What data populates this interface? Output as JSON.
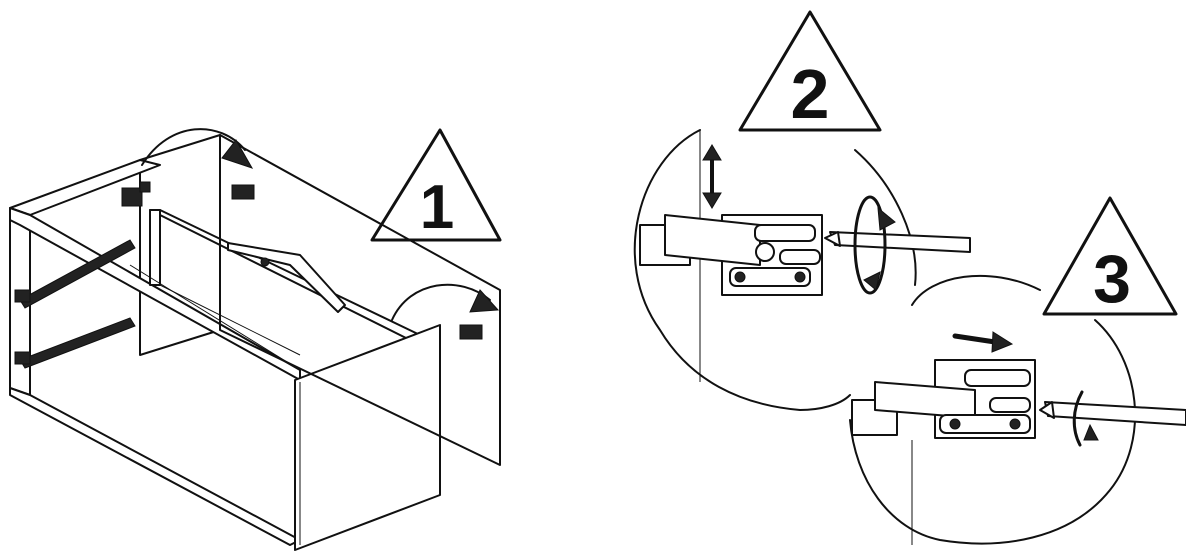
{
  "steps": [
    {
      "label": "1"
    },
    {
      "label": "2"
    },
    {
      "label": "3"
    }
  ],
  "colors": {
    "line": "#111111",
    "background": "#ffffff"
  },
  "icons": [
    "rotate-arrow-icon",
    "vertical-double-arrow-icon",
    "right-arrow-icon",
    "screwdriver-icon",
    "warning-triangle-icon"
  ]
}
